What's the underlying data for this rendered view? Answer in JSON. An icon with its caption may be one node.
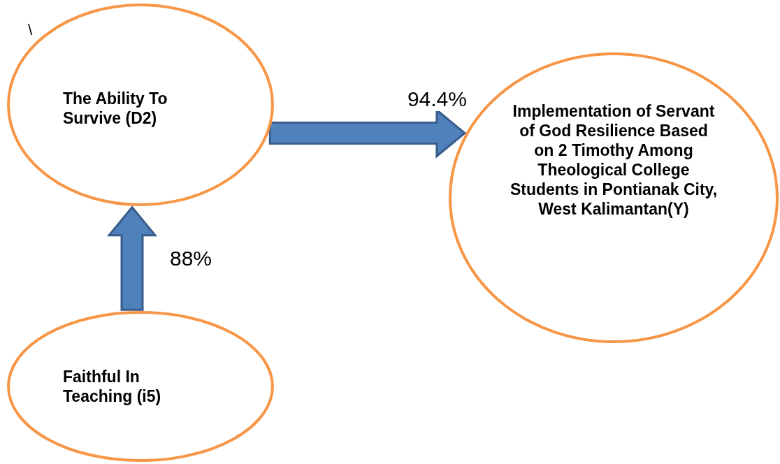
{
  "diagram": {
    "nodes": [
      {
        "text": [
          "The Ability To Survive (D2)"
        ]
      },
      {
        "text": [
          "Implementation of Servant of God Resilience Based on 2 Timothy Among Theological College Students in Pontianak City, West Kalimantan(Y)"
        ]
      },
      {
        "text": [
          "Faithful In Teaching (i5)"
        ]
      }
    ],
    "edges": [
      {
        "from": 2,
        "to": 0,
        "arrow": "to",
        "label": "88%"
      },
      {
        "from": 0,
        "to": 1,
        "arrow": "to",
        "label": "94.4%"
      }
    ],
    "labels": [
      "\\"
    ]
  }
}
